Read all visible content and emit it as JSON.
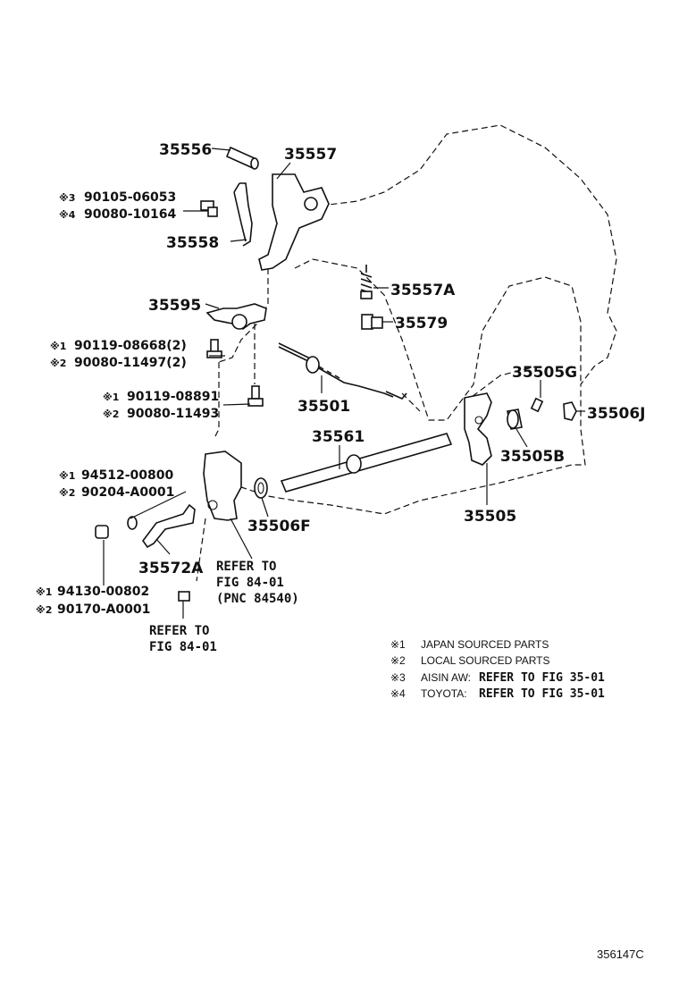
{
  "labels": {
    "p35556": "35556",
    "p35557": "35557",
    "p35558": "35558",
    "p35595": "35595",
    "p35557a": "35557A",
    "p35579": "35579",
    "p35501": "35501",
    "p35505g": "35505G",
    "p35506j": "35506J",
    "p35561": "35561",
    "p35505b": "35505B",
    "p35505": "35505",
    "p35506f": "35506F",
    "p35572a": "35572A",
    "bolt_a_mark": "※3",
    "bolt_a_num": "90105-06053",
    "bolt_b_mark": "※4",
    "bolt_b_num": "90080-10164",
    "bolt_c_mark": "※1",
    "bolt_c_num": "90119-08668(2)",
    "bolt_d_mark": "※2",
    "bolt_d_num": "90080-11497(2)",
    "bolt_e_mark": "※1",
    "bolt_e_num": "90119-08891",
    "bolt_f_mark": "※2",
    "bolt_f_num": "90080-11493",
    "clip_a_mark": "※1",
    "clip_a_num": "94512-00800",
    "clip_b_mark": "※2",
    "clip_b_num": "90204-A0001",
    "nut_a_mark": "※1",
    "nut_a_num": "94130-00802",
    "nut_b_mark": "※2",
    "nut_b_num": "90170-A0001",
    "refer1_l1": "REFER TO",
    "refer1_l2": "FIG 84-01",
    "refer1_l3": "(PNC 84540)",
    "refer2_l1": "REFER TO",
    "refer2_l2": "FIG 84-01"
  },
  "legend": [
    {
      "mark": "※1",
      "text": "JAPAN SOURCED PARTS",
      "ref": ""
    },
    {
      "mark": "※2",
      "text": "LOCAL SOURCED PARTS",
      "ref": ""
    },
    {
      "mark": "※3",
      "text": "AISIN AW:",
      "ref": "REFER TO FIG 35-01"
    },
    {
      "mark": "※4",
      "text": "TOYOTA:",
      "ref": "REFER TO FIG 35-01"
    }
  ],
  "figure_id": "356147C"
}
